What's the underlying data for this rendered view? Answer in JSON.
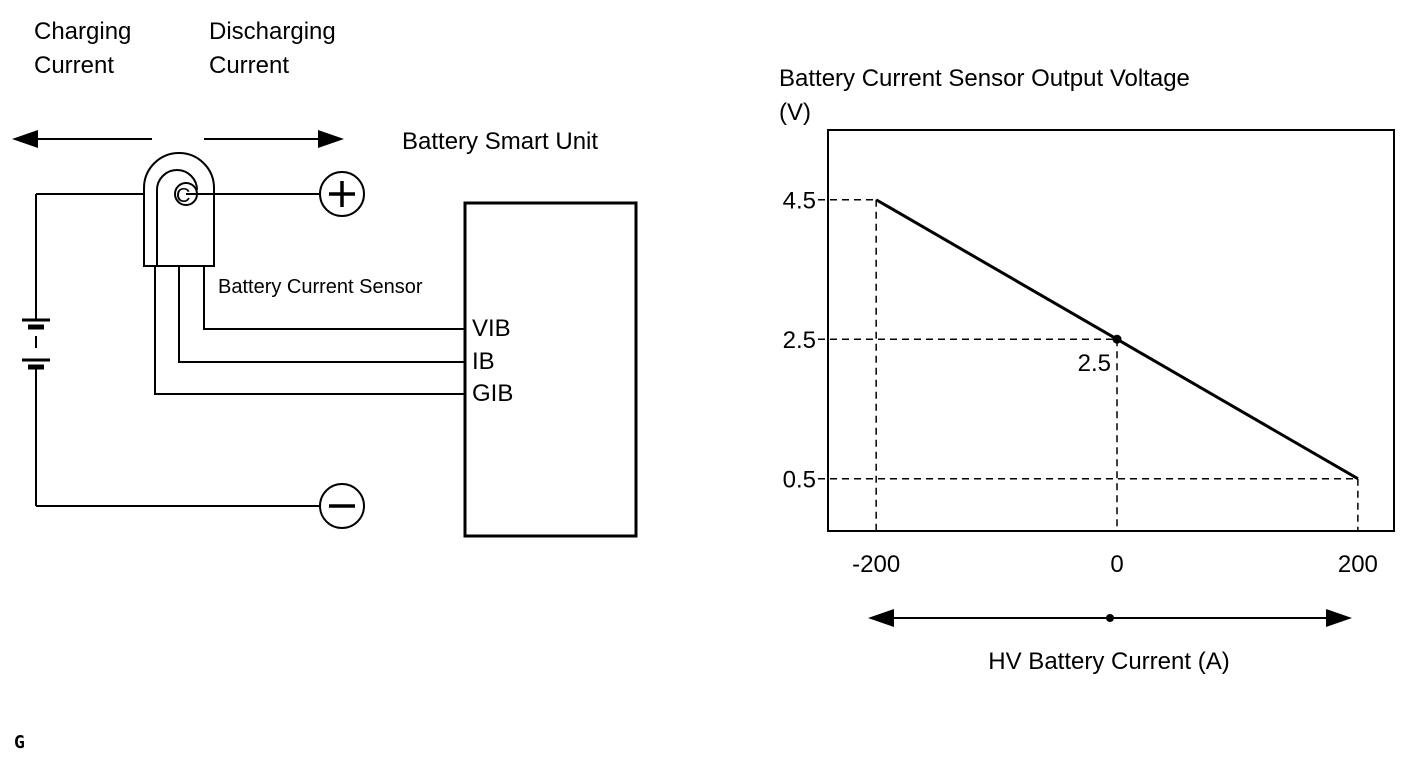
{
  "circuit": {
    "charging_label_1": "Charging",
    "charging_label_2": "Current",
    "discharging_label_1": "Discharging",
    "discharging_label_2": "Current",
    "smart_unit_label": "Battery Smart Unit",
    "sensor_label": "Battery Current Sensor",
    "pins": [
      "VIB",
      "IB",
      "GIB"
    ],
    "positive_symbol": "plus-terminal-icon",
    "negative_symbol": "minus-terminal-icon"
  },
  "footer": {
    "code": "G"
  },
  "chart_data": {
    "type": "line",
    "title": "Battery Current Sensor Output Voltage",
    "ylabel": "(V)",
    "xlabel": "HV Battery Current (A)",
    "x_ticks": [
      "-200",
      "0",
      "200"
    ],
    "y_ticks": [
      "4.5",
      "2.5",
      "0.5"
    ],
    "xlim": [
      -240,
      230
    ],
    "ylim": [
      -0.25,
      5.5
    ],
    "series": [
      {
        "values": [
          {
            "x": -200,
            "y": 4.5
          },
          {
            "x": 0,
            "y": 2.5
          },
          {
            "x": 200,
            "y": 0.5
          }
        ]
      }
    ],
    "annotation": {
      "text": "2.5",
      "x": 0,
      "y": 2.5
    },
    "grid": false
  }
}
